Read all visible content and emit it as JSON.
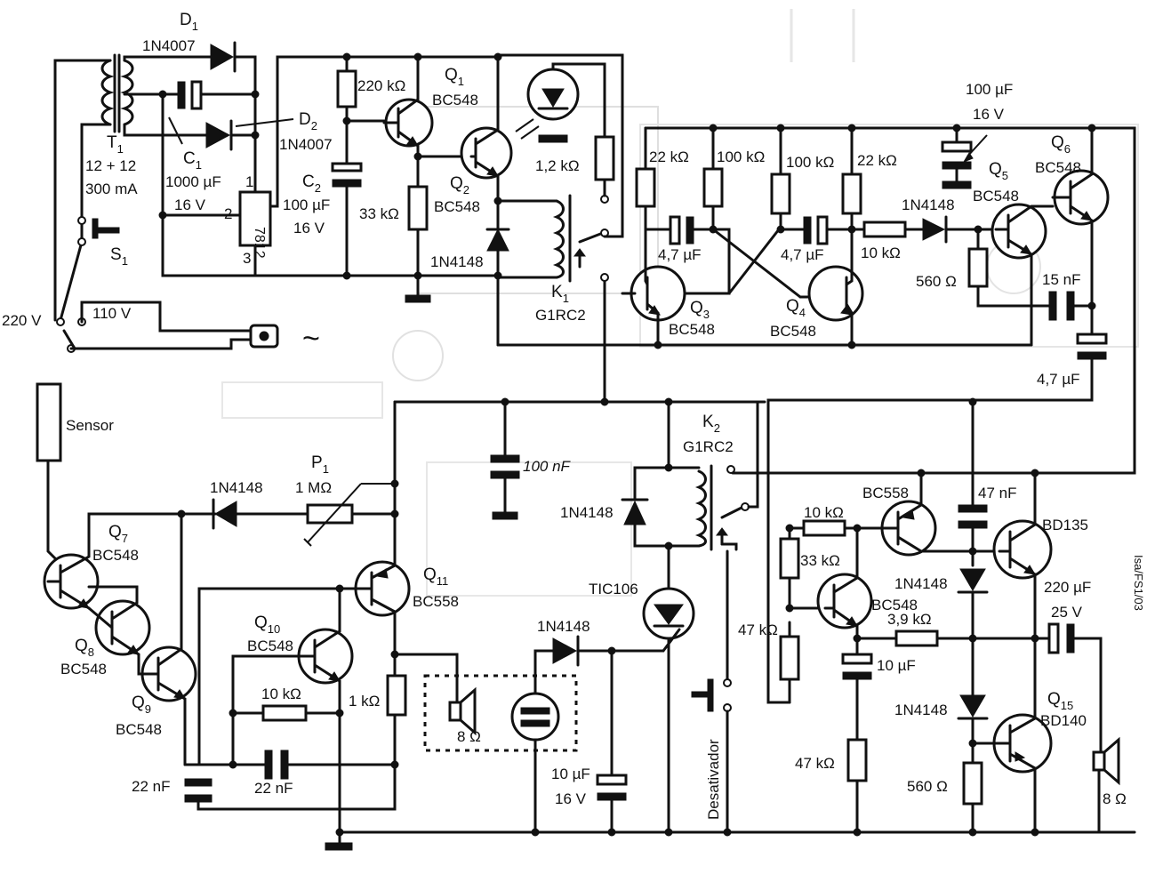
{
  "power_supply": {
    "d1_name": "D",
    "d1_sub": "1",
    "d1_part": "1N4007",
    "d2_name": "D",
    "d2_sub": "2",
    "d2_part": "1N4007",
    "t1_name": "T",
    "t1_sub": "1",
    "t1_spec1": "12 + 12",
    "t1_spec2": "300 mA",
    "c1_name": "C",
    "c1_sub": "1",
    "c1_value": "1000 µF",
    "reg_part": "7812",
    "reg_pin1": "1",
    "reg_pin2": "2",
    "reg_pin3": "3",
    "v16": "16 V",
    "s1_name": "S",
    "s1_sub": "1",
    "v220": "220 V",
    "v110": "110 V",
    "ac_symbol": "~"
  },
  "timer": {
    "r1": "220 kΩ",
    "q1_name": "Q",
    "q1_sub": "1",
    "q1_part": "BC548",
    "c2_name": "C",
    "c2_sub": "2",
    "c2_value": "100 µF",
    "c2_voltage": "16 V",
    "r2": "33 kΩ",
    "q2_name": "Q",
    "q2_sub": "2",
    "q2_part": "BC548",
    "diode": "1N4148",
    "r_led": "1,2 kΩ",
    "k1_name": "K",
    "k1_sub": "1",
    "k1_part": "G1RC2"
  },
  "oscillator": {
    "r_left": "22 kΩ",
    "r_mid1": "100 kΩ",
    "r_mid2": "100 kΩ",
    "r_right": "22 kΩ",
    "c_left": "4,7 µF",
    "c_right": "4,7 µF",
    "q3_name": "Q",
    "q3_sub": "3",
    "q3_part": "BC548",
    "q4_name": "Q",
    "q4_sub": "4",
    "q4_part": "BC548",
    "r10k": "10 kΩ",
    "diode": "1N4148",
    "r560": "560 Ω",
    "cap100_value": "100 µF",
    "cap100_voltage": "16 V",
    "q5_name": "Q",
    "q5_sub": "5",
    "q5_part": "BC548",
    "q6_name": "Q",
    "q6_sub": "6",
    "q6_part": "BC548",
    "c15n": "15 nF",
    "c47u": "4,7 µF"
  },
  "sensor_block": {
    "sensor": "Sensor",
    "p1_name": "P",
    "p1_sub": "1",
    "p1_value": "1 MΩ",
    "diode": "1N4148",
    "q7_name": "Q",
    "q7_sub": "7",
    "q7_part": "BC548",
    "q8_name": "Q",
    "q8_sub": "8",
    "q8_part": "BC548",
    "q9_name": "Q",
    "q9_sub": "9",
    "q9_part": "BC548",
    "q10_name": "Q",
    "q10_sub": "10",
    "q10_part": "BC548",
    "q11_name": "Q",
    "q11_sub": "11",
    "q11_part": "BC558",
    "r10k": "10 kΩ",
    "r1k": "1 kΩ",
    "c22a": "22 nF",
    "c22b": "22 nF",
    "spk": "8 Ω",
    "c100n": "100 nF"
  },
  "trigger_block": {
    "diode1": "1N4148",
    "diode2": "1N4148",
    "k2_name": "K",
    "k2_sub": "2",
    "k2_part": "G1RC2",
    "scr": "TIC106",
    "c10": "10 µF",
    "c10v": "16 V",
    "desativador": "Desativador"
  },
  "amp_block": {
    "bc558": "BC558",
    "c47n": "47 nF",
    "bd135": "BD135",
    "r10k": "10 kΩ",
    "r33k": "33 kΩ",
    "bc548": "BC548",
    "d1": "1N4148",
    "d2": "1N4148",
    "c220": "220 µF",
    "c220v": "25 V",
    "r47a": "47 kΩ",
    "r39": "3,9 kΩ",
    "c10": "10 µF",
    "r47b": "47 kΩ",
    "r560": "560 Ω",
    "q15_name": "Q",
    "q15_sub": "15",
    "q15_part": "BD140",
    "spk": "8 Ω"
  },
  "credit": "Isa/FS1/03"
}
